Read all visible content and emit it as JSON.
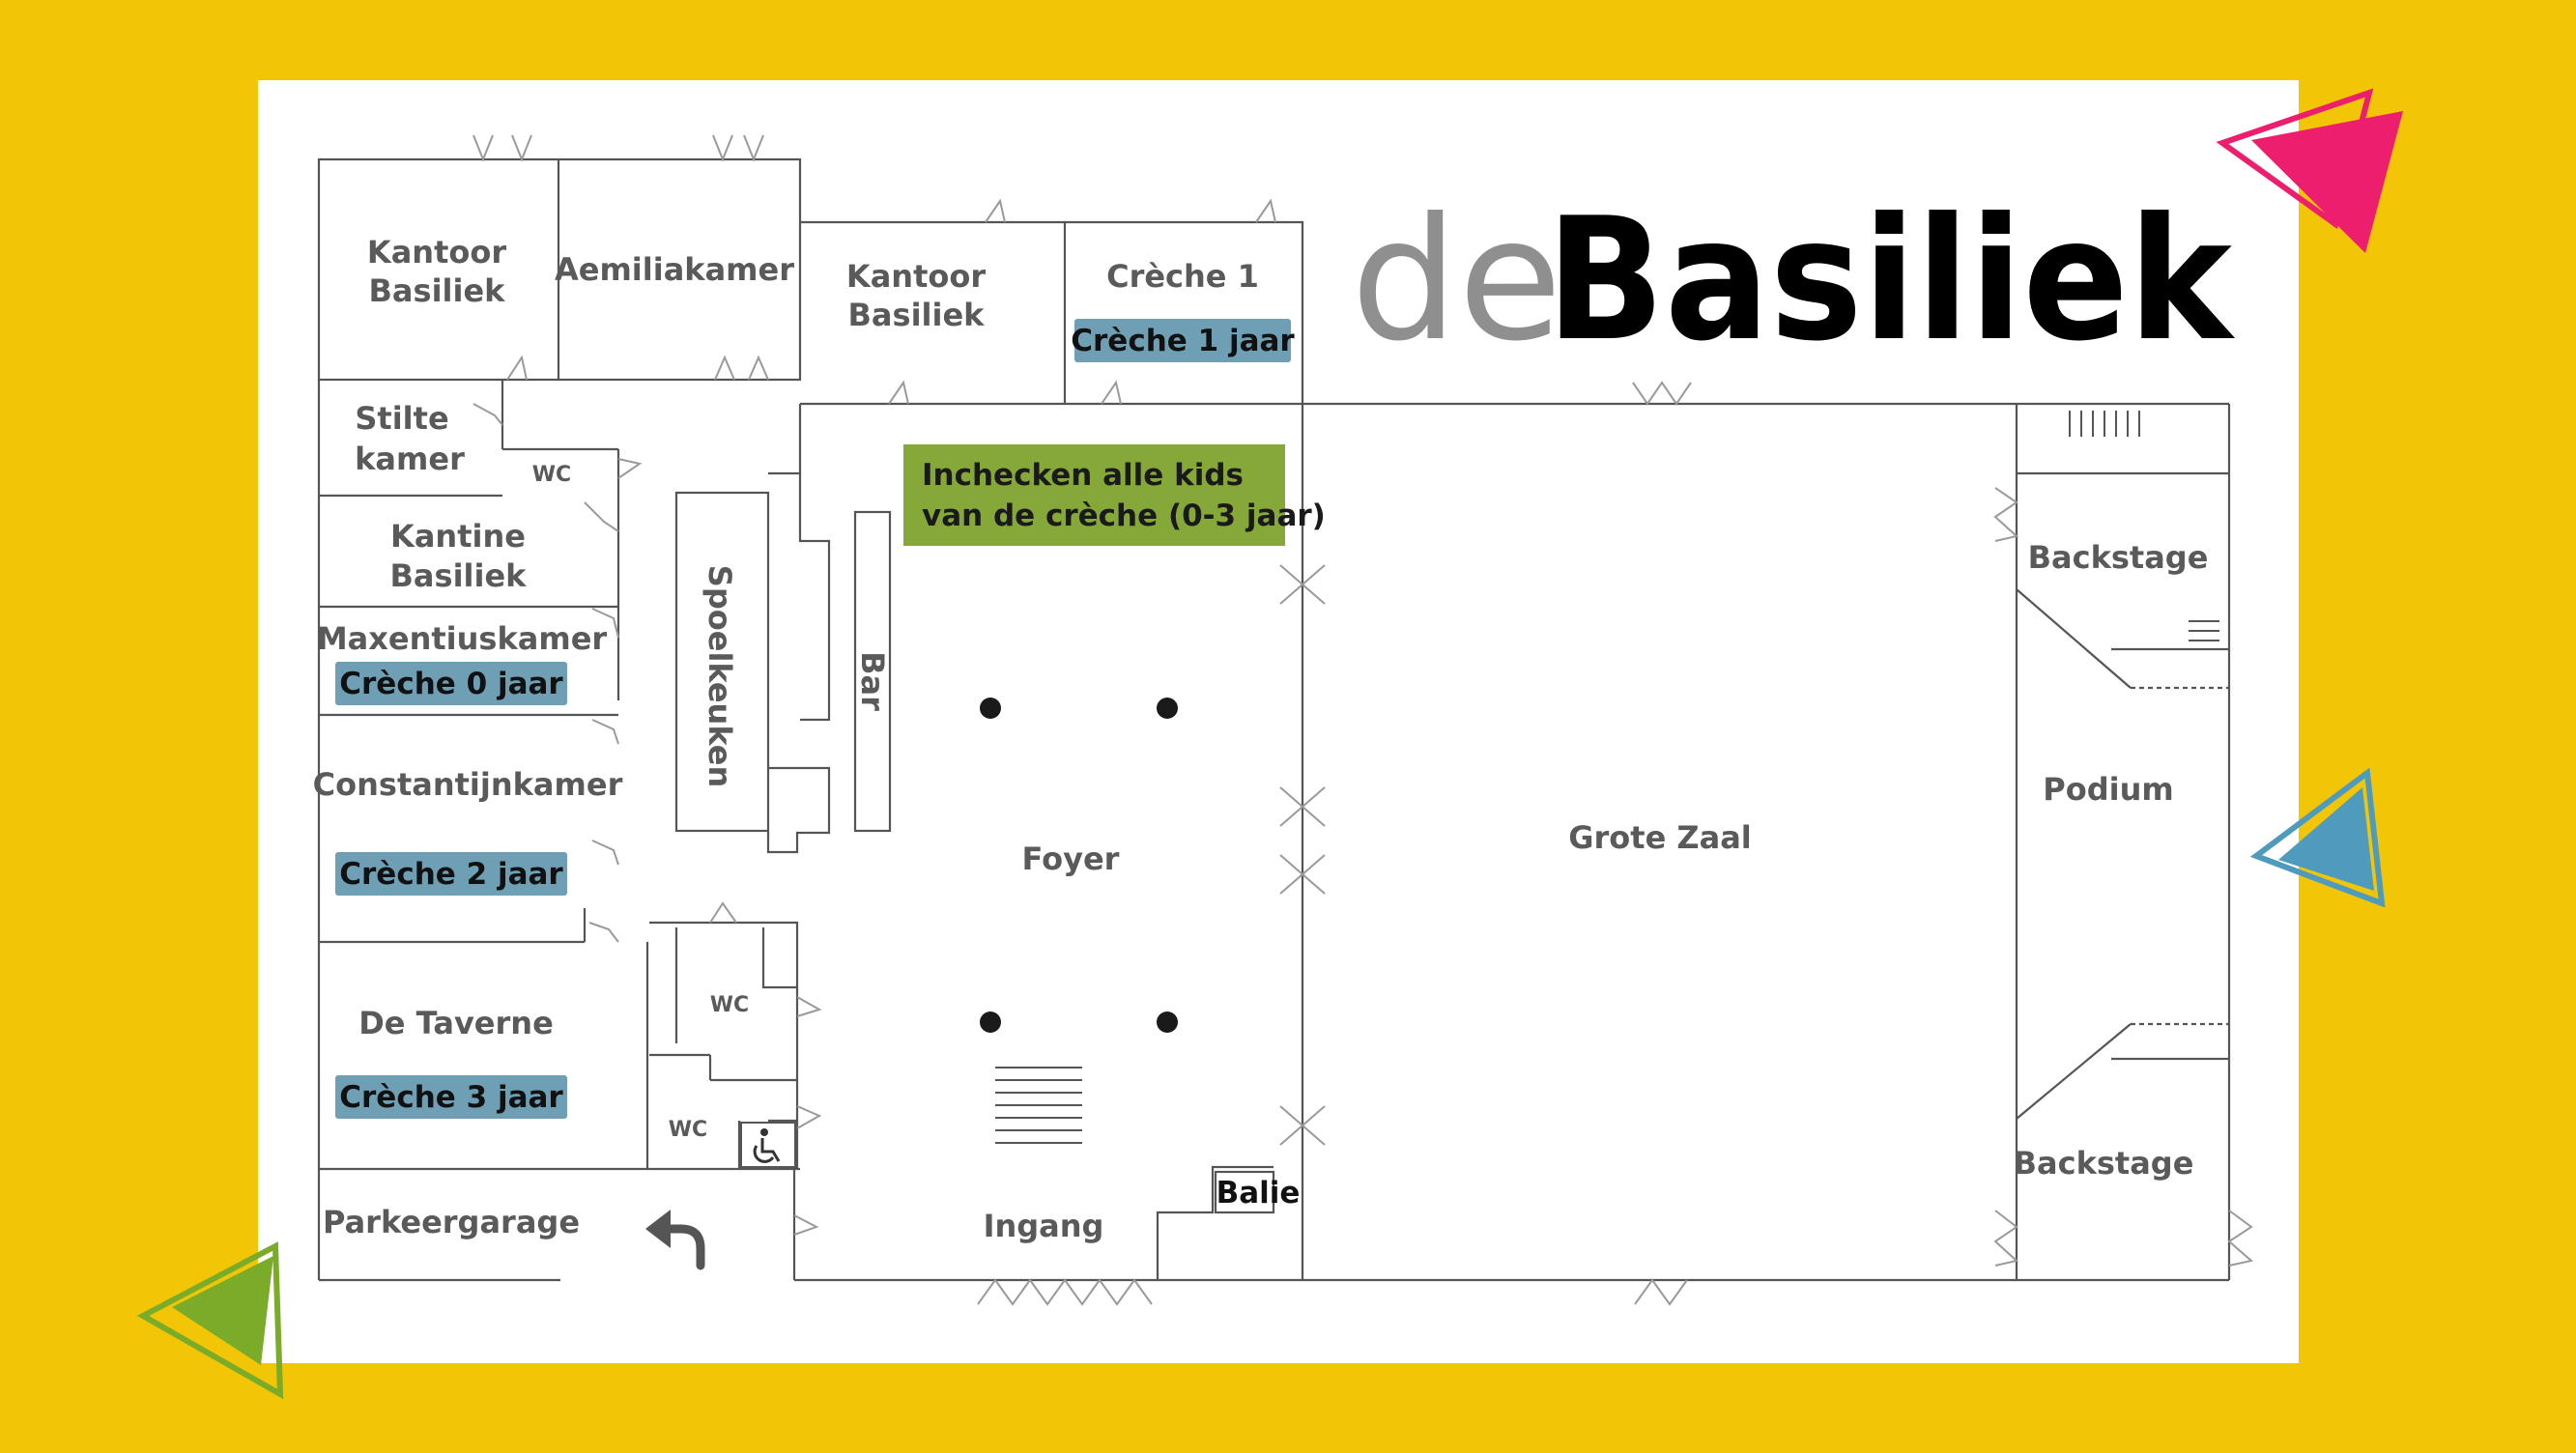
{
  "colors": {
    "background": "#f2c506",
    "card": "#ffffff",
    "creche_tag": "#6f9fb5",
    "checkin_box": "#86a838",
    "tri_pink": "#ee1e6e",
    "tri_blue": "#4f9bbd",
    "tri_green": "#7aab29"
  },
  "logo": {
    "prefix": "de",
    "name": "Basiliek"
  },
  "rooms": {
    "kantoor_1": [
      "Kantoor",
      "Basiliek"
    ],
    "aemiliakamer": "Aemiliakamer",
    "kantoor_2": [
      "Kantoor",
      "Basiliek"
    ],
    "creche1": "Crèche 1",
    "stilte": [
      "Stilte",
      "kamer"
    ],
    "wc_top": "WC",
    "kantine": [
      "Kantine",
      "Basiliek"
    ],
    "maxentius": "Maxentiuskamer",
    "spoelkeuken": "Spoelkeuken",
    "bar": "Bar",
    "constantijn": "Constantijnkamer",
    "wc_mid": "WC",
    "wc_low": "WC",
    "taverne": "De Taverne",
    "parkeergarage": "Parkeergarage",
    "foyer": "Foyer",
    "ingang": "Ingang",
    "balie": "Balie",
    "grote_zaal": "Grote Zaal",
    "backstage_top": "Backstage",
    "podium": "Podium",
    "backstage_bottom": "Backstage"
  },
  "tags": {
    "creche0": "Crèche 0 jaar",
    "creche1": "Crèche 1 jaar",
    "creche2": "Crèche 2 jaar",
    "creche3": "Crèche 3 jaar"
  },
  "checkin": [
    "Inchecken alle kids",
    "van de crèche (0-3 jaar)"
  ],
  "icons": [
    "wheelchair-icon",
    "arrow-turn-back-icon",
    "stairs-icon"
  ]
}
